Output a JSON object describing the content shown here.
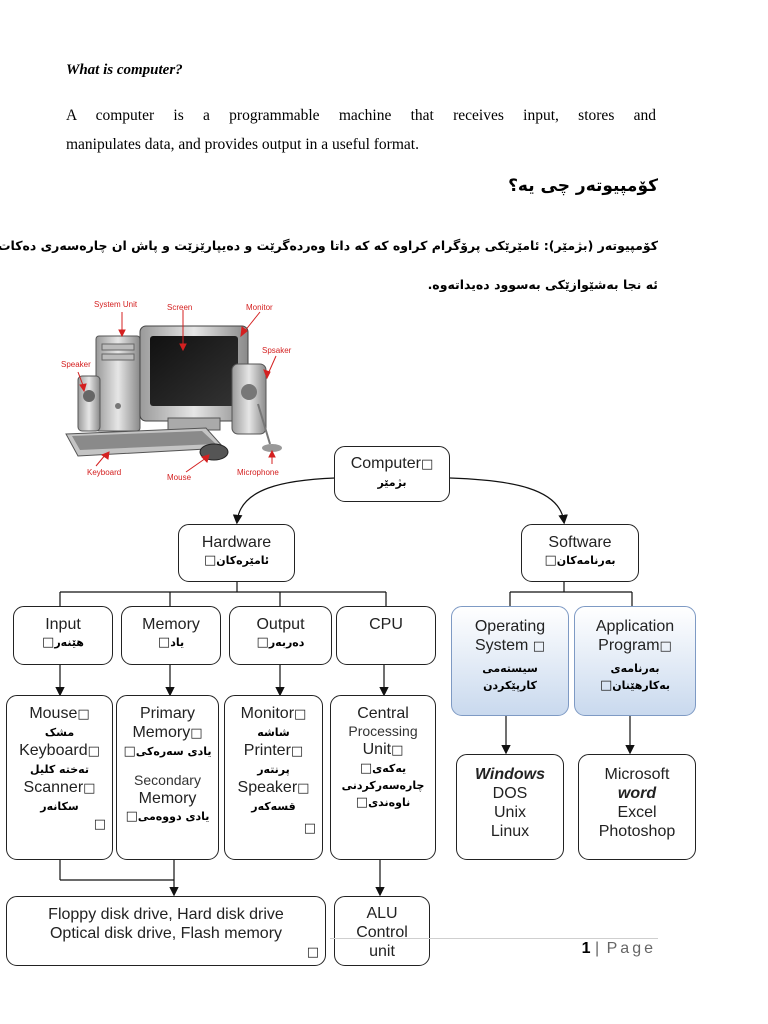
{
  "heading": "What is computer?",
  "paragraph": {
    "line1": "A computer is a programmable machine that receives input, stores and",
    "line2": "manipulates data, and provides output in a useful format."
  },
  "kurdish": {
    "title": "کۆمپیوتەر چی یە؟",
    "line1": "کۆمپیوتەر (بژمێر): ئامێرێکی پرۆگرام کراوە کە کە داتا وەردەگرێت و دەیپارێزێت و پاش ان چارەسەری دەکات،",
    "line2": "ئە نجا بەشێوازێکی بەسوود دەیداتەوە."
  },
  "illustration": {
    "labels": {
      "system_unit": "System Unit",
      "screen": "Screen",
      "monitor": "Monitor",
      "speaker_left": "Speaker",
      "speaker_right": "Spsaker",
      "keyboard": "Keyboard",
      "mouse": "Mouse",
      "microphone": "Microphone"
    }
  },
  "glyph": "□",
  "diagram": {
    "computer": {
      "en": "Computer",
      "ku": "بژمێر"
    },
    "hardware": {
      "en": "Hardware",
      "ku": "ئامێرەکان"
    },
    "software": {
      "en": "Software",
      "ku": "بەرنامەکان"
    },
    "input": {
      "en": "Input",
      "ku": "هێنەر"
    },
    "memory": {
      "en": "Memory",
      "ku": "یاد"
    },
    "output": {
      "en": "Output",
      "ku": "دەربەر"
    },
    "cpu": {
      "en": "CPU"
    },
    "operating_system": {
      "en1": "Operating",
      "en2": "System",
      "ku1": "سیستەمی",
      "ku2": "کارپێکردن"
    },
    "application_program": {
      "en1": "Application",
      "en2": "Program",
      "ku1": "بەرنامەی",
      "ku2": "بەکارهێنان"
    },
    "input_devices": {
      "mouse": "Mouse",
      "mouse_ku": "مشک",
      "keyboard": "Keyboard",
      "keyboard_ku": "تەختە کلیل",
      "scanner": "Scanner",
      "scanner_ku": "سکانەر"
    },
    "memory_types": {
      "primary1": "Primary",
      "primary2": "Memory",
      "primary_ku": "یادی سەرەکی",
      "secondary1": "Secondary",
      "secondary2": "Memory",
      "secondary_ku": "یادی دووەمی"
    },
    "output_devices": {
      "monitor": "Monitor",
      "monitor_ku": "شاشە",
      "printer": "Printer",
      "printer_ku": "پرنتەر",
      "speaker": "Speaker",
      "speaker_ku": "قسەکەر"
    },
    "cpu_detail": {
      "line1": "Central",
      "line2": "Processing",
      "line3": "Unit",
      "ku1": "یەکەی",
      "ku2": "چارەسەرکردنی",
      "ku3": "ناوەندی"
    },
    "os_list": {
      "windows": "Windows",
      "dos": "DOS",
      "unix": "Unix",
      "linux": "Linux"
    },
    "app_list": {
      "microsoft": "Microsoft",
      "word": "word",
      "excel": "Excel",
      "photoshop": "Photoshop"
    },
    "storage": {
      "line1": "Floppy disk drive, Hard disk drive",
      "line2": "Optical disk drive, Flash memory"
    },
    "alu": {
      "line1": "ALU",
      "line2": "Control",
      "line3": "unit"
    }
  },
  "footer": {
    "page_number": "1",
    "separator": "|",
    "page_label": "Page"
  }
}
